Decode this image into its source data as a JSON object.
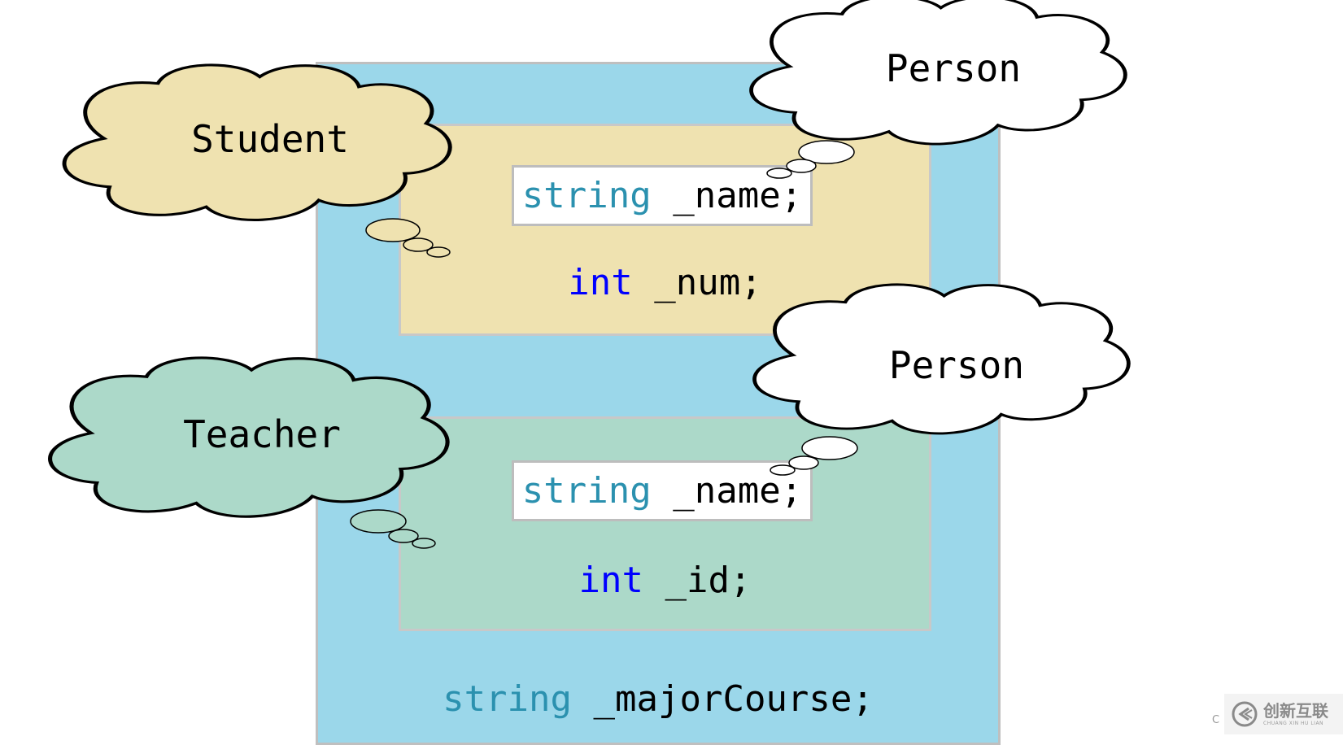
{
  "colors": {
    "outer_bg": "#9bd7ea",
    "student_bg": "#efe2b0",
    "teacher_bg": "#acd9c9",
    "person_cloud": "#ffffff",
    "type_keyword": "#2b91af",
    "int_keyword": "#0000ff"
  },
  "clouds": {
    "student": "Student",
    "teacher": "Teacher",
    "person_top": "Person",
    "person_bottom": "Person"
  },
  "student": {
    "name_type": "string",
    "name_rest": " _name;",
    "num_type": "int",
    "num_rest": " _num;"
  },
  "teacher": {
    "name_type": "string",
    "name_rest": " _name;",
    "id_type": "int",
    "id_rest": " _id;"
  },
  "assistant": {
    "major_type": "string",
    "major_rest": " _majorCourse;"
  },
  "watermark": {
    "prefix": "C",
    "brand_cn": "创新互联",
    "brand_en": "CHUANG XIN HU LIAN"
  }
}
